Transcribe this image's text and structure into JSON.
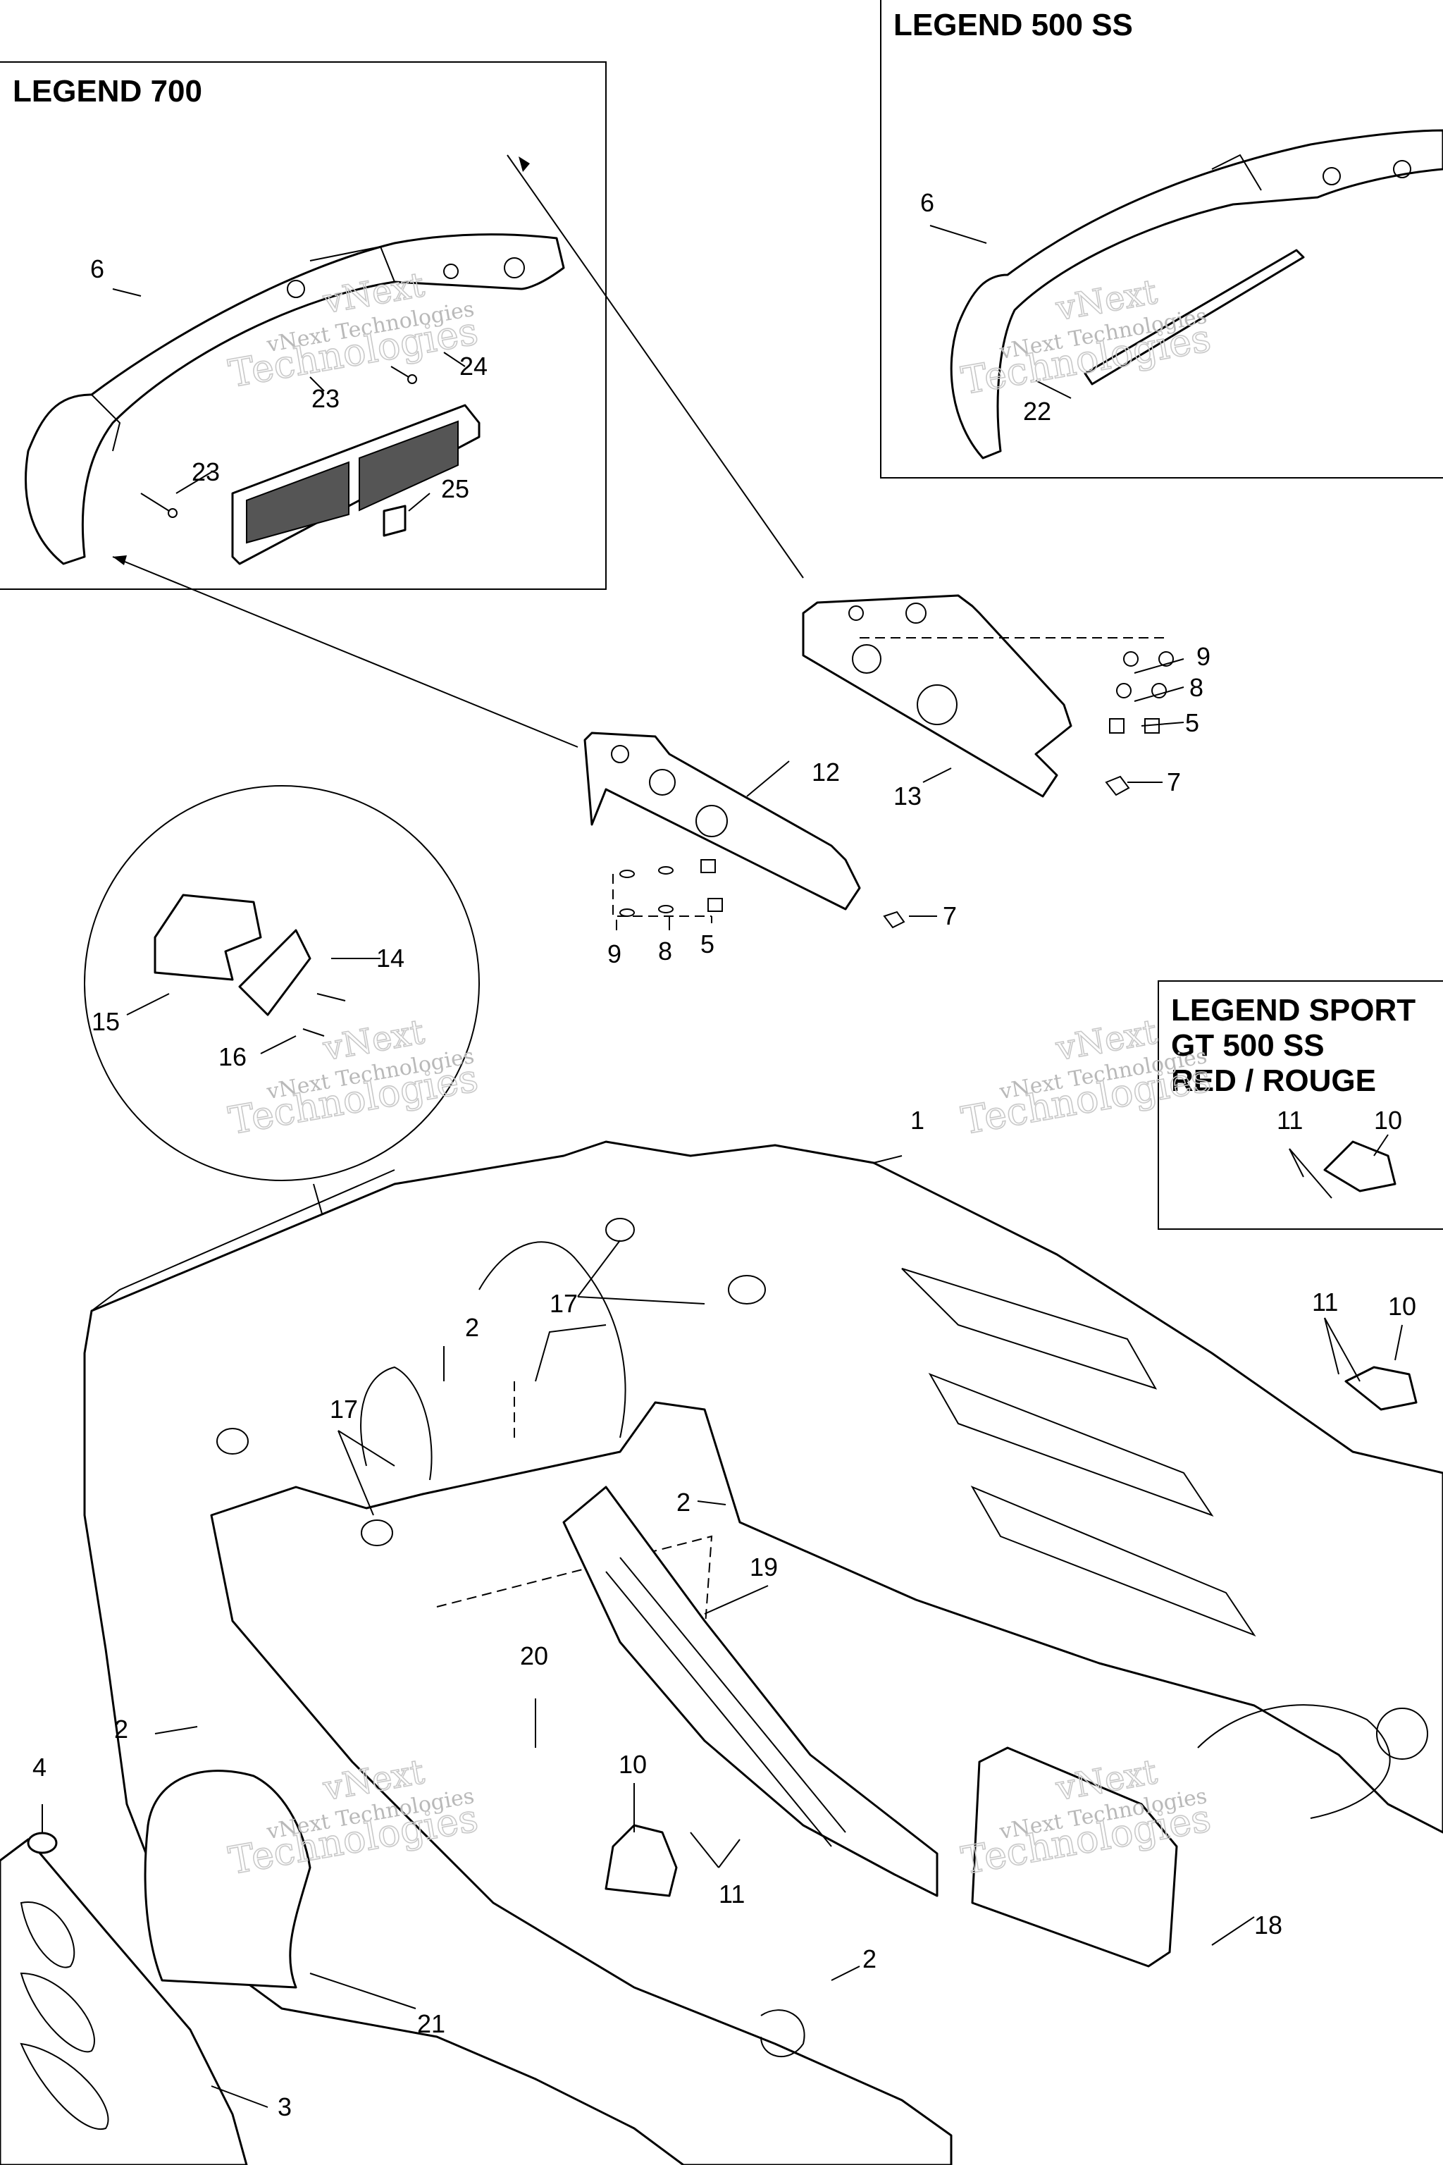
{
  "titles": {
    "legend_700": "LEGEND 700",
    "legend_500ss": "LEGEND 500 SS",
    "legend_sport_line1": "LEGEND SPORT",
    "legend_sport_line2": "GT 500 SS",
    "legend_sport_line3": "RED / ROUGE"
  },
  "watermark": {
    "line1": "vNext",
    "line2": "vNext Technologies",
    "line3": "Technologies"
  },
  "callouts": {
    "c1": "1",
    "c2a": "2",
    "c2b": "2",
    "c2c": "2",
    "c2d": "2",
    "c3": "3",
    "c4": "4",
    "c5a": "5",
    "c5b": "5",
    "c6a": "6",
    "c6b": "6",
    "c7a": "7",
    "c7b": "7",
    "c8a": "8",
    "c8b": "8",
    "c9a": "9",
    "c9b": "9",
    "c10a": "10",
    "c10b": "10",
    "c10c": "10",
    "c11a": "11",
    "c11b": "11",
    "c11c": "11",
    "c12": "12",
    "c13": "13",
    "c14": "14",
    "c15": "15",
    "c16": "16",
    "c17a": "17",
    "c17b": "17",
    "c18": "18",
    "c19": "19",
    "c20": "20",
    "c21": "21",
    "c22": "22",
    "c23a": "23",
    "c23b": "23",
    "c24": "24",
    "c25": "25"
  }
}
